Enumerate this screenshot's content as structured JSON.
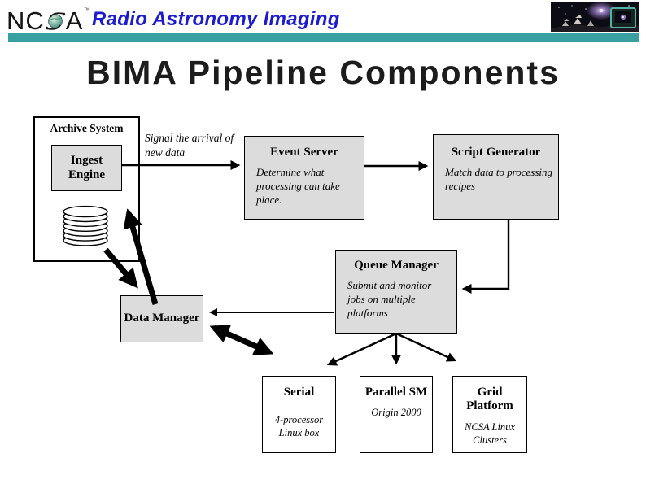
{
  "header": {
    "logo": {
      "pre": "NC",
      "post": "A",
      "tm": "™"
    },
    "title": "Radio Astronomy Imaging"
  },
  "slide": {
    "title": "BIMA Pipeline Components"
  },
  "colors": {
    "teal_bar": "#38A0A0",
    "header_blue": "#1B1BD2",
    "node_gray": "#DCDCDC",
    "arrow": "#000000"
  },
  "nodes": {
    "archive_system": {
      "label": "Archive System"
    },
    "ingest_engine": {
      "title": "Ingest Engine"
    },
    "signal_note": "Signal the arrival of new data",
    "event_server": {
      "title": "Event Server",
      "description": "Determine what processing can take place."
    },
    "script_generator": {
      "title": "Script Generator",
      "description": "Match data to processing recipes"
    },
    "queue_manager": {
      "title": "Queue Manager",
      "description": "Submit and monitor jobs on multiple platforms"
    },
    "data_manager": {
      "title": "Data Manager"
    },
    "serial": {
      "title": "Serial",
      "description": "4-processor Linux box"
    },
    "parallel_sm": {
      "title": "Parallel SM",
      "description": "Origin 2000"
    },
    "grid_platform": {
      "title": "Grid Platform",
      "description": "NCSA Linux Clusters"
    }
  },
  "edges": [
    {
      "from": "ingest_engine",
      "to": "event_server",
      "style": "thin",
      "label": "Signal the arrival of new data"
    },
    {
      "from": "event_server",
      "to": "script_generator",
      "style": "thin"
    },
    {
      "from": "script_generator",
      "to": "queue_manager",
      "style": "thin-elbow"
    },
    {
      "from": "queue_manager",
      "to": "data_manager",
      "style": "thin"
    },
    {
      "from": "queue_manager",
      "to": "serial",
      "style": "thin"
    },
    {
      "from": "queue_manager",
      "to": "parallel_sm",
      "style": "thin"
    },
    {
      "from": "queue_manager",
      "to": "grid_platform",
      "style": "thin"
    },
    {
      "from": "data_manager",
      "to": "archive_system",
      "style": "thick"
    },
    {
      "from": "archive_system",
      "to": "data_manager",
      "style": "thick"
    },
    {
      "from": "data_manager",
      "to": "platforms",
      "style": "thick-double"
    }
  ]
}
